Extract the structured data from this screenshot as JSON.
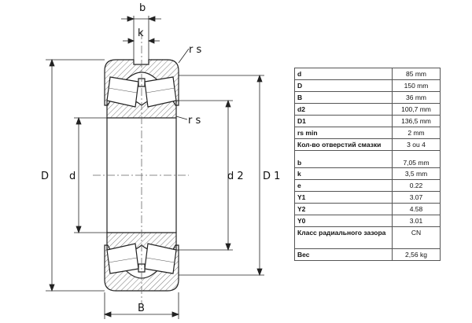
{
  "drawing": {
    "labels": {
      "b": "b",
      "k": "k",
      "rs_top": "r s",
      "rs_mid": "r s",
      "D": "D",
      "d": "d",
      "d2": "d 2",
      "D1": "D 1",
      "B": "B"
    }
  },
  "specs": [
    {
      "param": "d",
      "value": "85 mm"
    },
    {
      "param": "D",
      "value": "150 mm"
    },
    {
      "param": "B",
      "value": "36 mm"
    },
    {
      "param": "d2",
      "value": "100,7 mm"
    },
    {
      "param": "D1",
      "value": "136,5 mm"
    },
    {
      "param": "rs min",
      "value": "2 mm"
    },
    {
      "param": "Кол-во отверстий смазки",
      "value": "3 ou 4"
    },
    {
      "param": "b",
      "value": "7,05 mm"
    },
    {
      "param": "k",
      "value": "3,5 mm"
    },
    {
      "param": "e",
      "value": "0.22"
    },
    {
      "param": "Y1",
      "value": "3.07"
    },
    {
      "param": "Y2",
      "value": "4.58"
    },
    {
      "param": "Y0",
      "value": "3.01"
    },
    {
      "param": "Класс радиального зазора",
      "value": "CN"
    },
    {
      "param": "Вес",
      "value": "2,56 kg"
    }
  ]
}
